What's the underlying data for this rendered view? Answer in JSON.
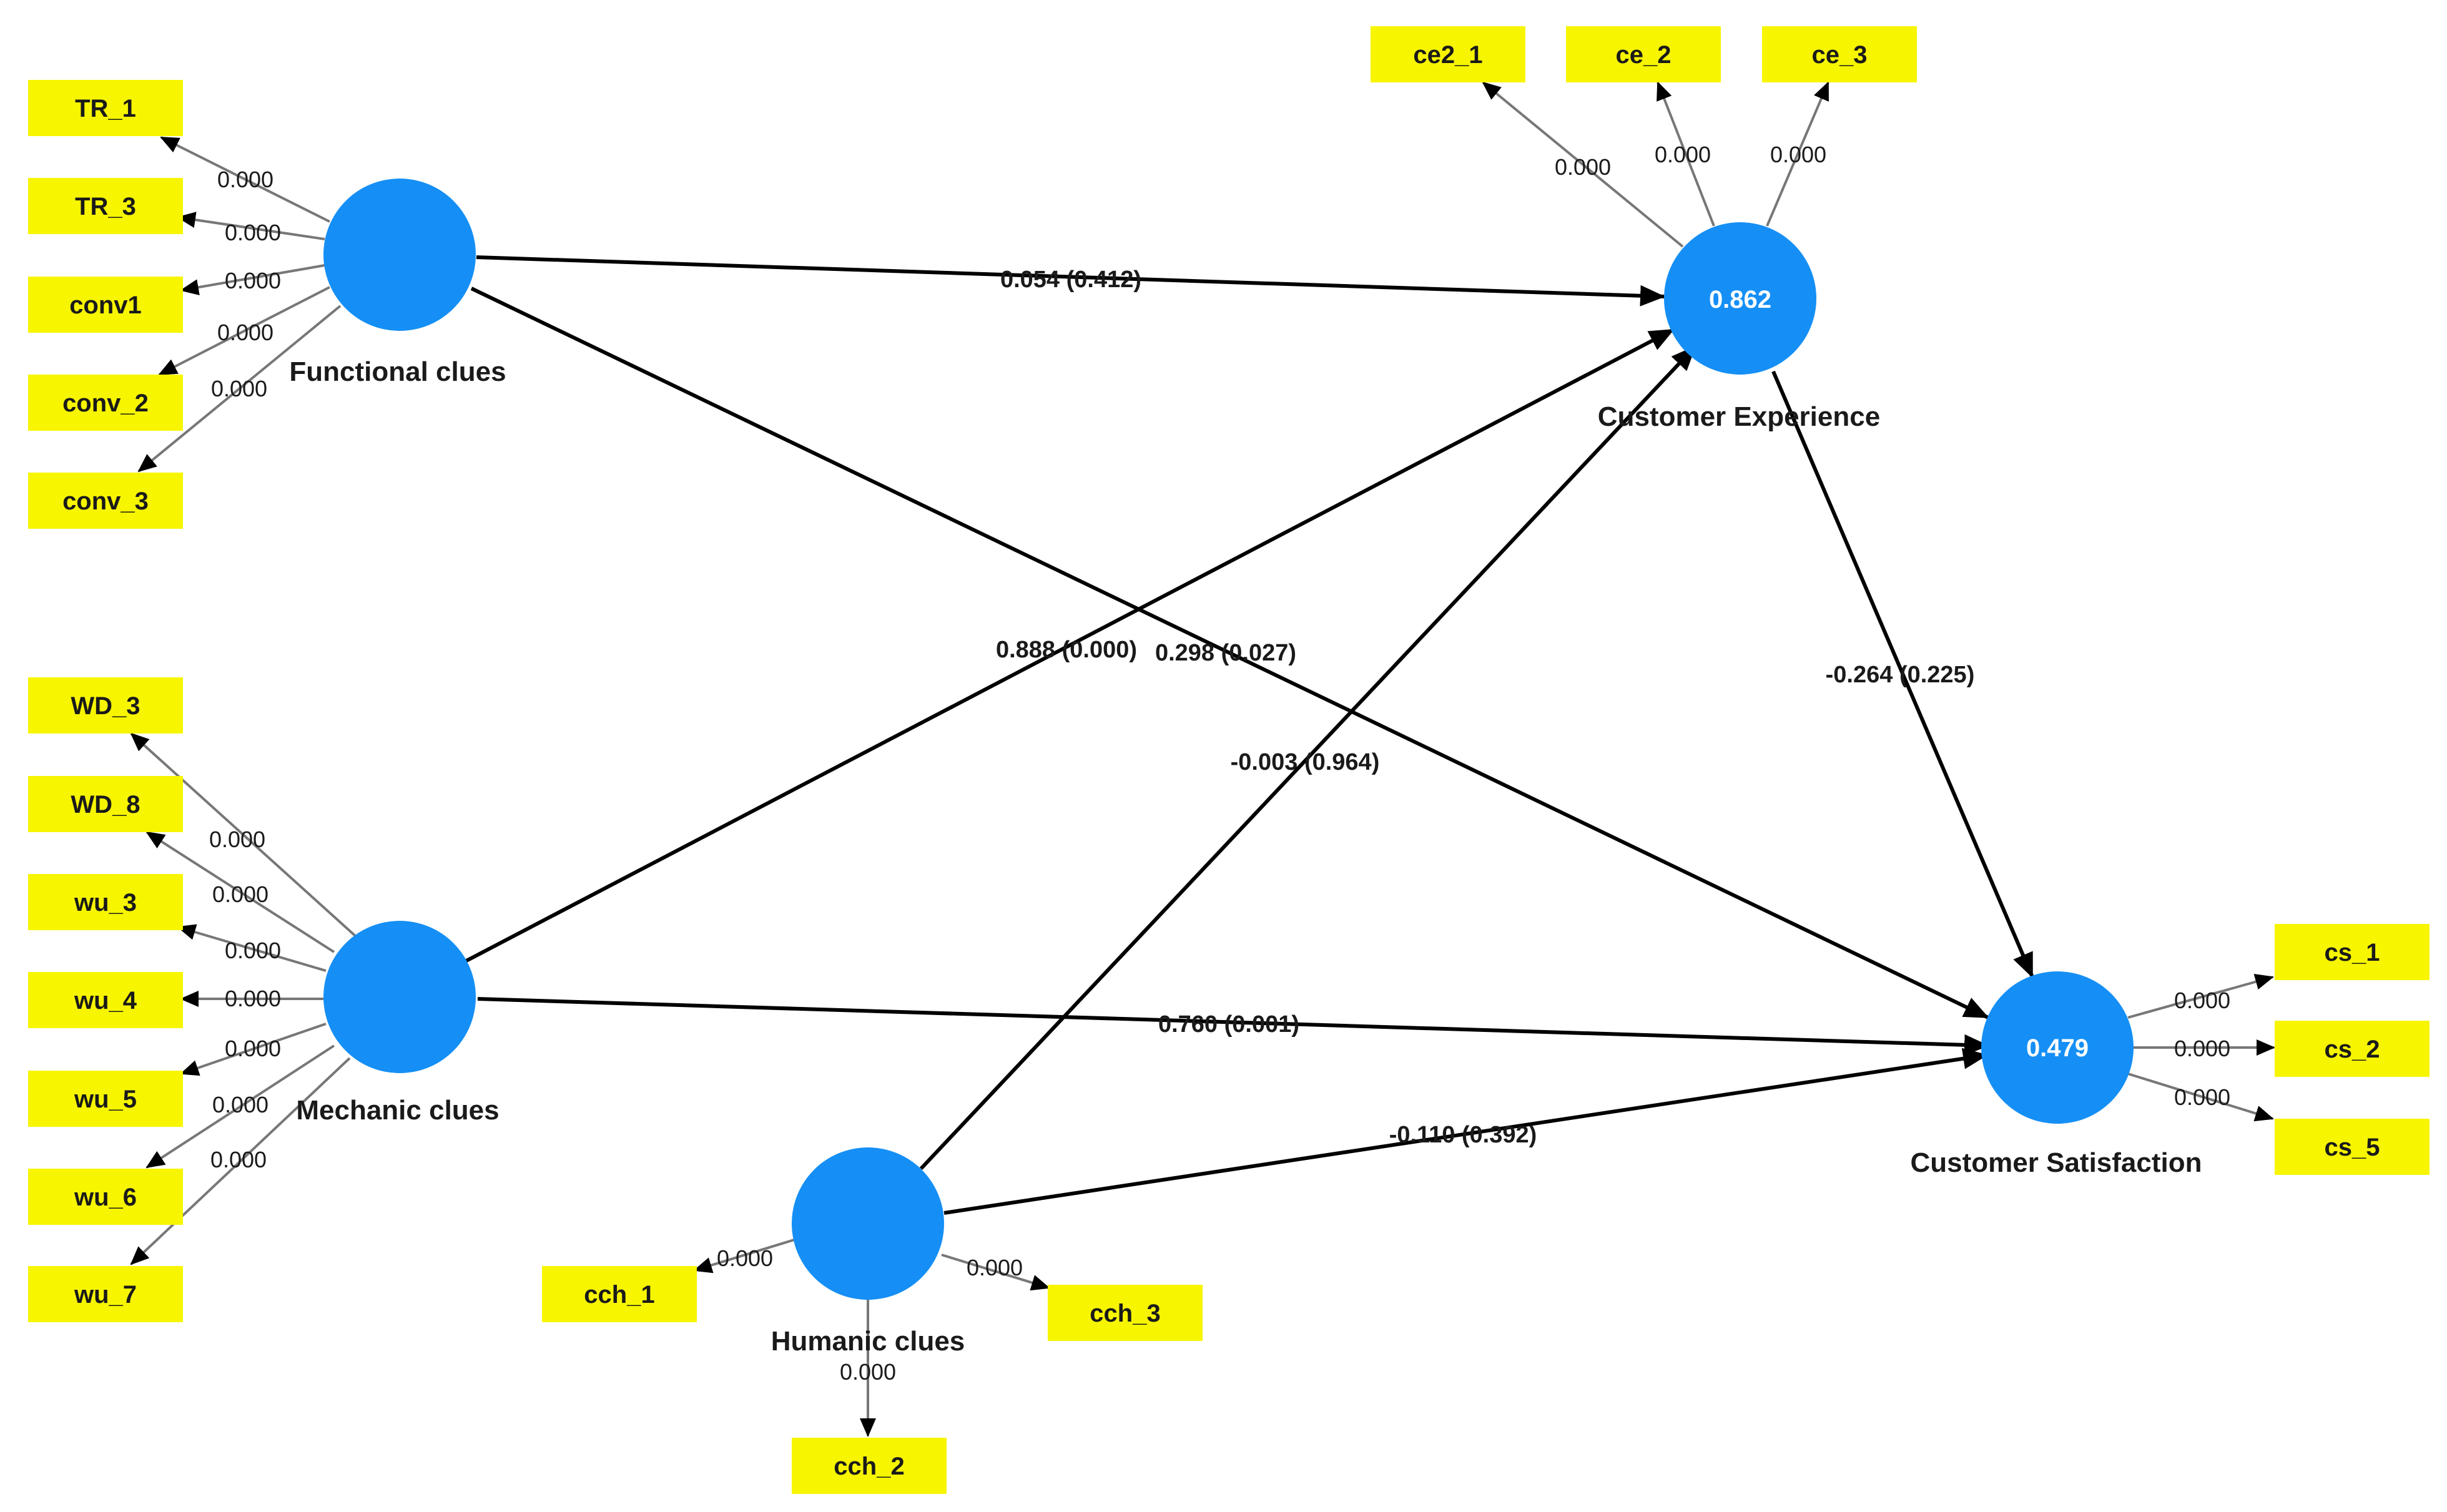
{
  "constructs": {
    "functional": {
      "name": "Functional clues",
      "value": ""
    },
    "mechanic": {
      "name": "Mechanic clues",
      "value": ""
    },
    "humanic": {
      "name": "Humanic clues",
      "value": ""
    },
    "experience": {
      "name": "Customer Experience",
      "value": "0.862"
    },
    "satisfaction": {
      "name": "Customer Satisfaction",
      "value": "0.479"
    }
  },
  "indicators": {
    "TR_1": "TR_1",
    "TR_3": "TR_3",
    "conv1": "conv1",
    "conv_2": "conv_2",
    "conv_3": "conv_3",
    "WD_3": "WD_3",
    "WD_8": "WD_8",
    "wu_3": "wu_3",
    "wu_4": "wu_4",
    "wu_5": "wu_5",
    "wu_6": "wu_6",
    "wu_7": "wu_7",
    "cch_1": "cch_1",
    "cch_2": "cch_2",
    "cch_3": "cch_3",
    "ce2_1": "ce2_1",
    "ce_2": "ce_2",
    "ce_3": "ce_3",
    "cs_1": "cs_1",
    "cs_2": "cs_2",
    "cs_5": "cs_5"
  },
  "loadings": {
    "TR_1": "0.000",
    "TR_3": "0.000",
    "conv1": "0.000",
    "conv_2": "0.000",
    "conv_3": "0.000",
    "WD_3": "0.000",
    "WD_8": "0.000",
    "wu_3": "0.000",
    "wu_4": "0.000",
    "wu_5": "0.000",
    "wu_6": "0.000",
    "wu_7": "0.000",
    "cch_1": "0.000",
    "cch_2": "0.000",
    "cch_3": "0.000",
    "ce2_1": "0.000",
    "ce_2": "0.000",
    "ce_3": "0.000",
    "cs_1": "0.000",
    "cs_2": "0.000",
    "cs_5": "0.000"
  },
  "paths": {
    "functional_experience": "0.054 (0.412)",
    "functional_satisfaction": "0.298 (0.027)",
    "mechanic_experience": "0.888 (0.000)",
    "mechanic_satisfaction": "0.760 (0.001)",
    "humanic_experience": "-0.003 (0.964)",
    "humanic_satisfaction": "-0.110 (0.392)",
    "experience_satisfaction": "-0.264 (0.225)"
  },
  "colors": {
    "construct_fill": "#158ff5",
    "indicator_fill": "#f7f500",
    "path_line": "#000000",
    "loading_line": "#777777"
  }
}
